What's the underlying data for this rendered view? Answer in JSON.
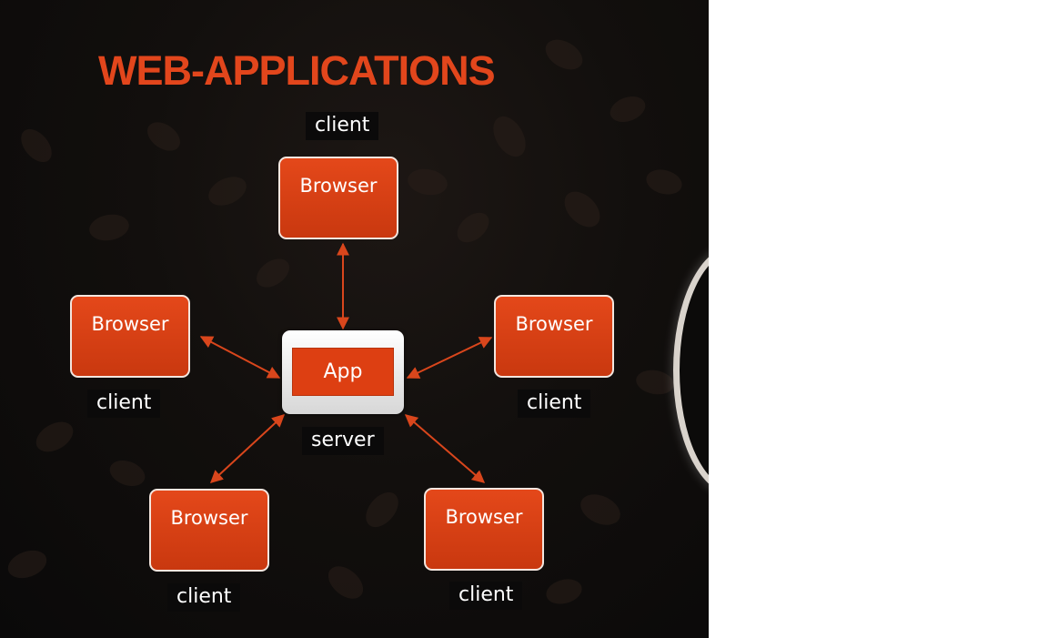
{
  "diagram": {
    "title": "WEB-APPLICATIONS",
    "server": {
      "box_label": "App",
      "caption": "server"
    },
    "clients": [
      {
        "box_label": "Browser",
        "caption": "client"
      },
      {
        "box_label": "Browser",
        "caption": "client"
      },
      {
        "box_label": "Browser",
        "caption": "client"
      },
      {
        "box_label": "Browser",
        "caption": "client"
      },
      {
        "box_label": "Browser",
        "caption": "client"
      }
    ],
    "colors": {
      "accent": "#e2461c",
      "box_fill": "#d9410f",
      "background": "#0f0d0c",
      "server_fill": "#eeeeee"
    }
  }
}
